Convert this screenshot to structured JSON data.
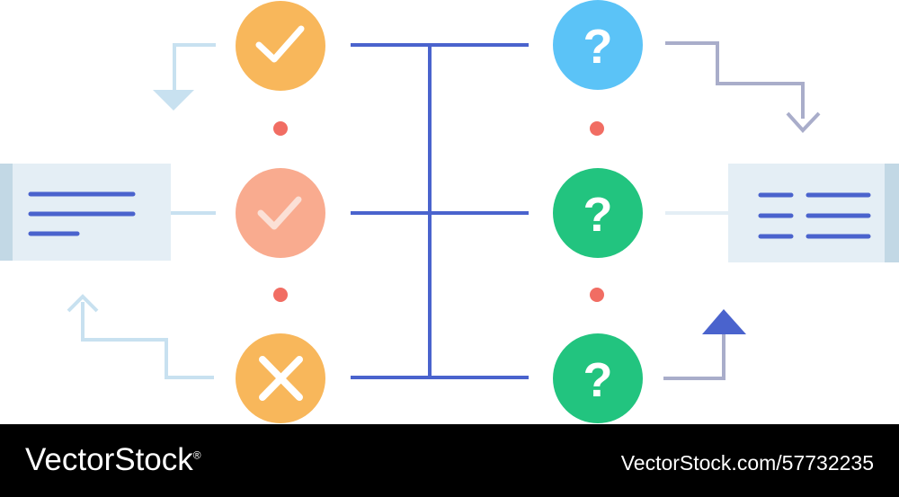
{
  "colors": {
    "orange": "#F8B75B",
    "salmon": "#F9AB8F",
    "blue_circle": "#5BC3F7",
    "green": "#22C47F",
    "navy_line": "#4A63CD",
    "dot": "#F16D63",
    "panel": "#E4EEF5",
    "panel_edge": "#C2D8E5",
    "pale_arrow": "#C8E1F0",
    "gray_arrow": "#A9ADCA",
    "footer_bg": "#000000"
  },
  "left_column": [
    {
      "color": "orange",
      "icon": "check-icon"
    },
    {
      "color": "salmon",
      "icon": "check-icon"
    },
    {
      "color": "orange",
      "icon": "cross-icon"
    }
  ],
  "right_column": [
    {
      "color": "blue_circle",
      "icon": "question-icon",
      "glyph": "?"
    },
    {
      "color": "green",
      "icon": "question-icon",
      "glyph": "?"
    },
    {
      "color": "green",
      "icon": "question-icon",
      "glyph": "?"
    }
  ],
  "footer": {
    "brand": "VectorStock",
    "registered": "®",
    "url": "VectorStock.com/57732235"
  }
}
